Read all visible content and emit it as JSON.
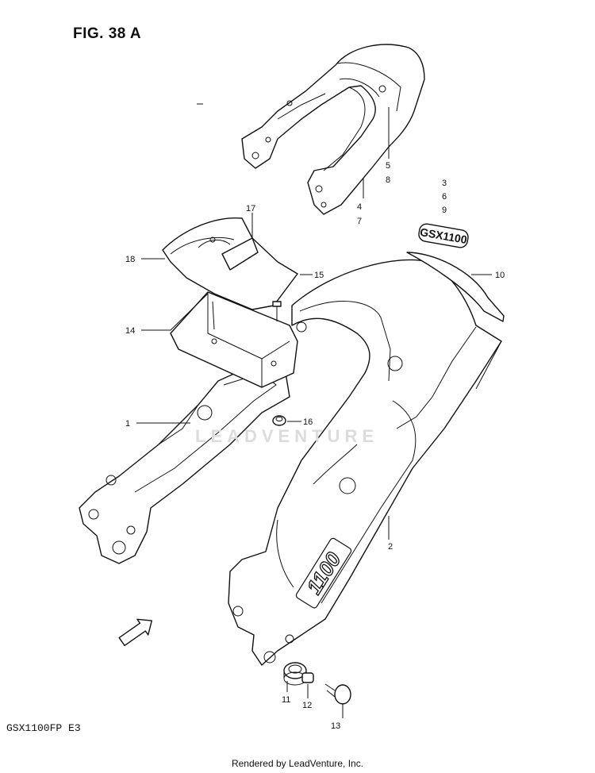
{
  "figure": {
    "title": "FIG. 38 A",
    "model_code": "GSX1100FP E3"
  },
  "footer": {
    "rendered_by": "Rendered by LeadVenture, Inc."
  },
  "watermark": {
    "text": "LEADVENTURE"
  },
  "decals": {
    "frame_number": "1100",
    "emblem": "GSX1100",
    "fwd_arrow": "FWD"
  },
  "callouts": [
    {
      "id": "1"
    },
    {
      "id": "2"
    },
    {
      "id": "3"
    },
    {
      "id": "4"
    },
    {
      "id": "5"
    },
    {
      "id": "6"
    },
    {
      "id": "7"
    },
    {
      "id": "8"
    },
    {
      "id": "9"
    },
    {
      "id": "10"
    },
    {
      "id": "11"
    },
    {
      "id": "12"
    },
    {
      "id": "13"
    },
    {
      "id": "14"
    },
    {
      "id": "15"
    },
    {
      "id": "16"
    },
    {
      "id": "17"
    },
    {
      "id": "18"
    }
  ]
}
